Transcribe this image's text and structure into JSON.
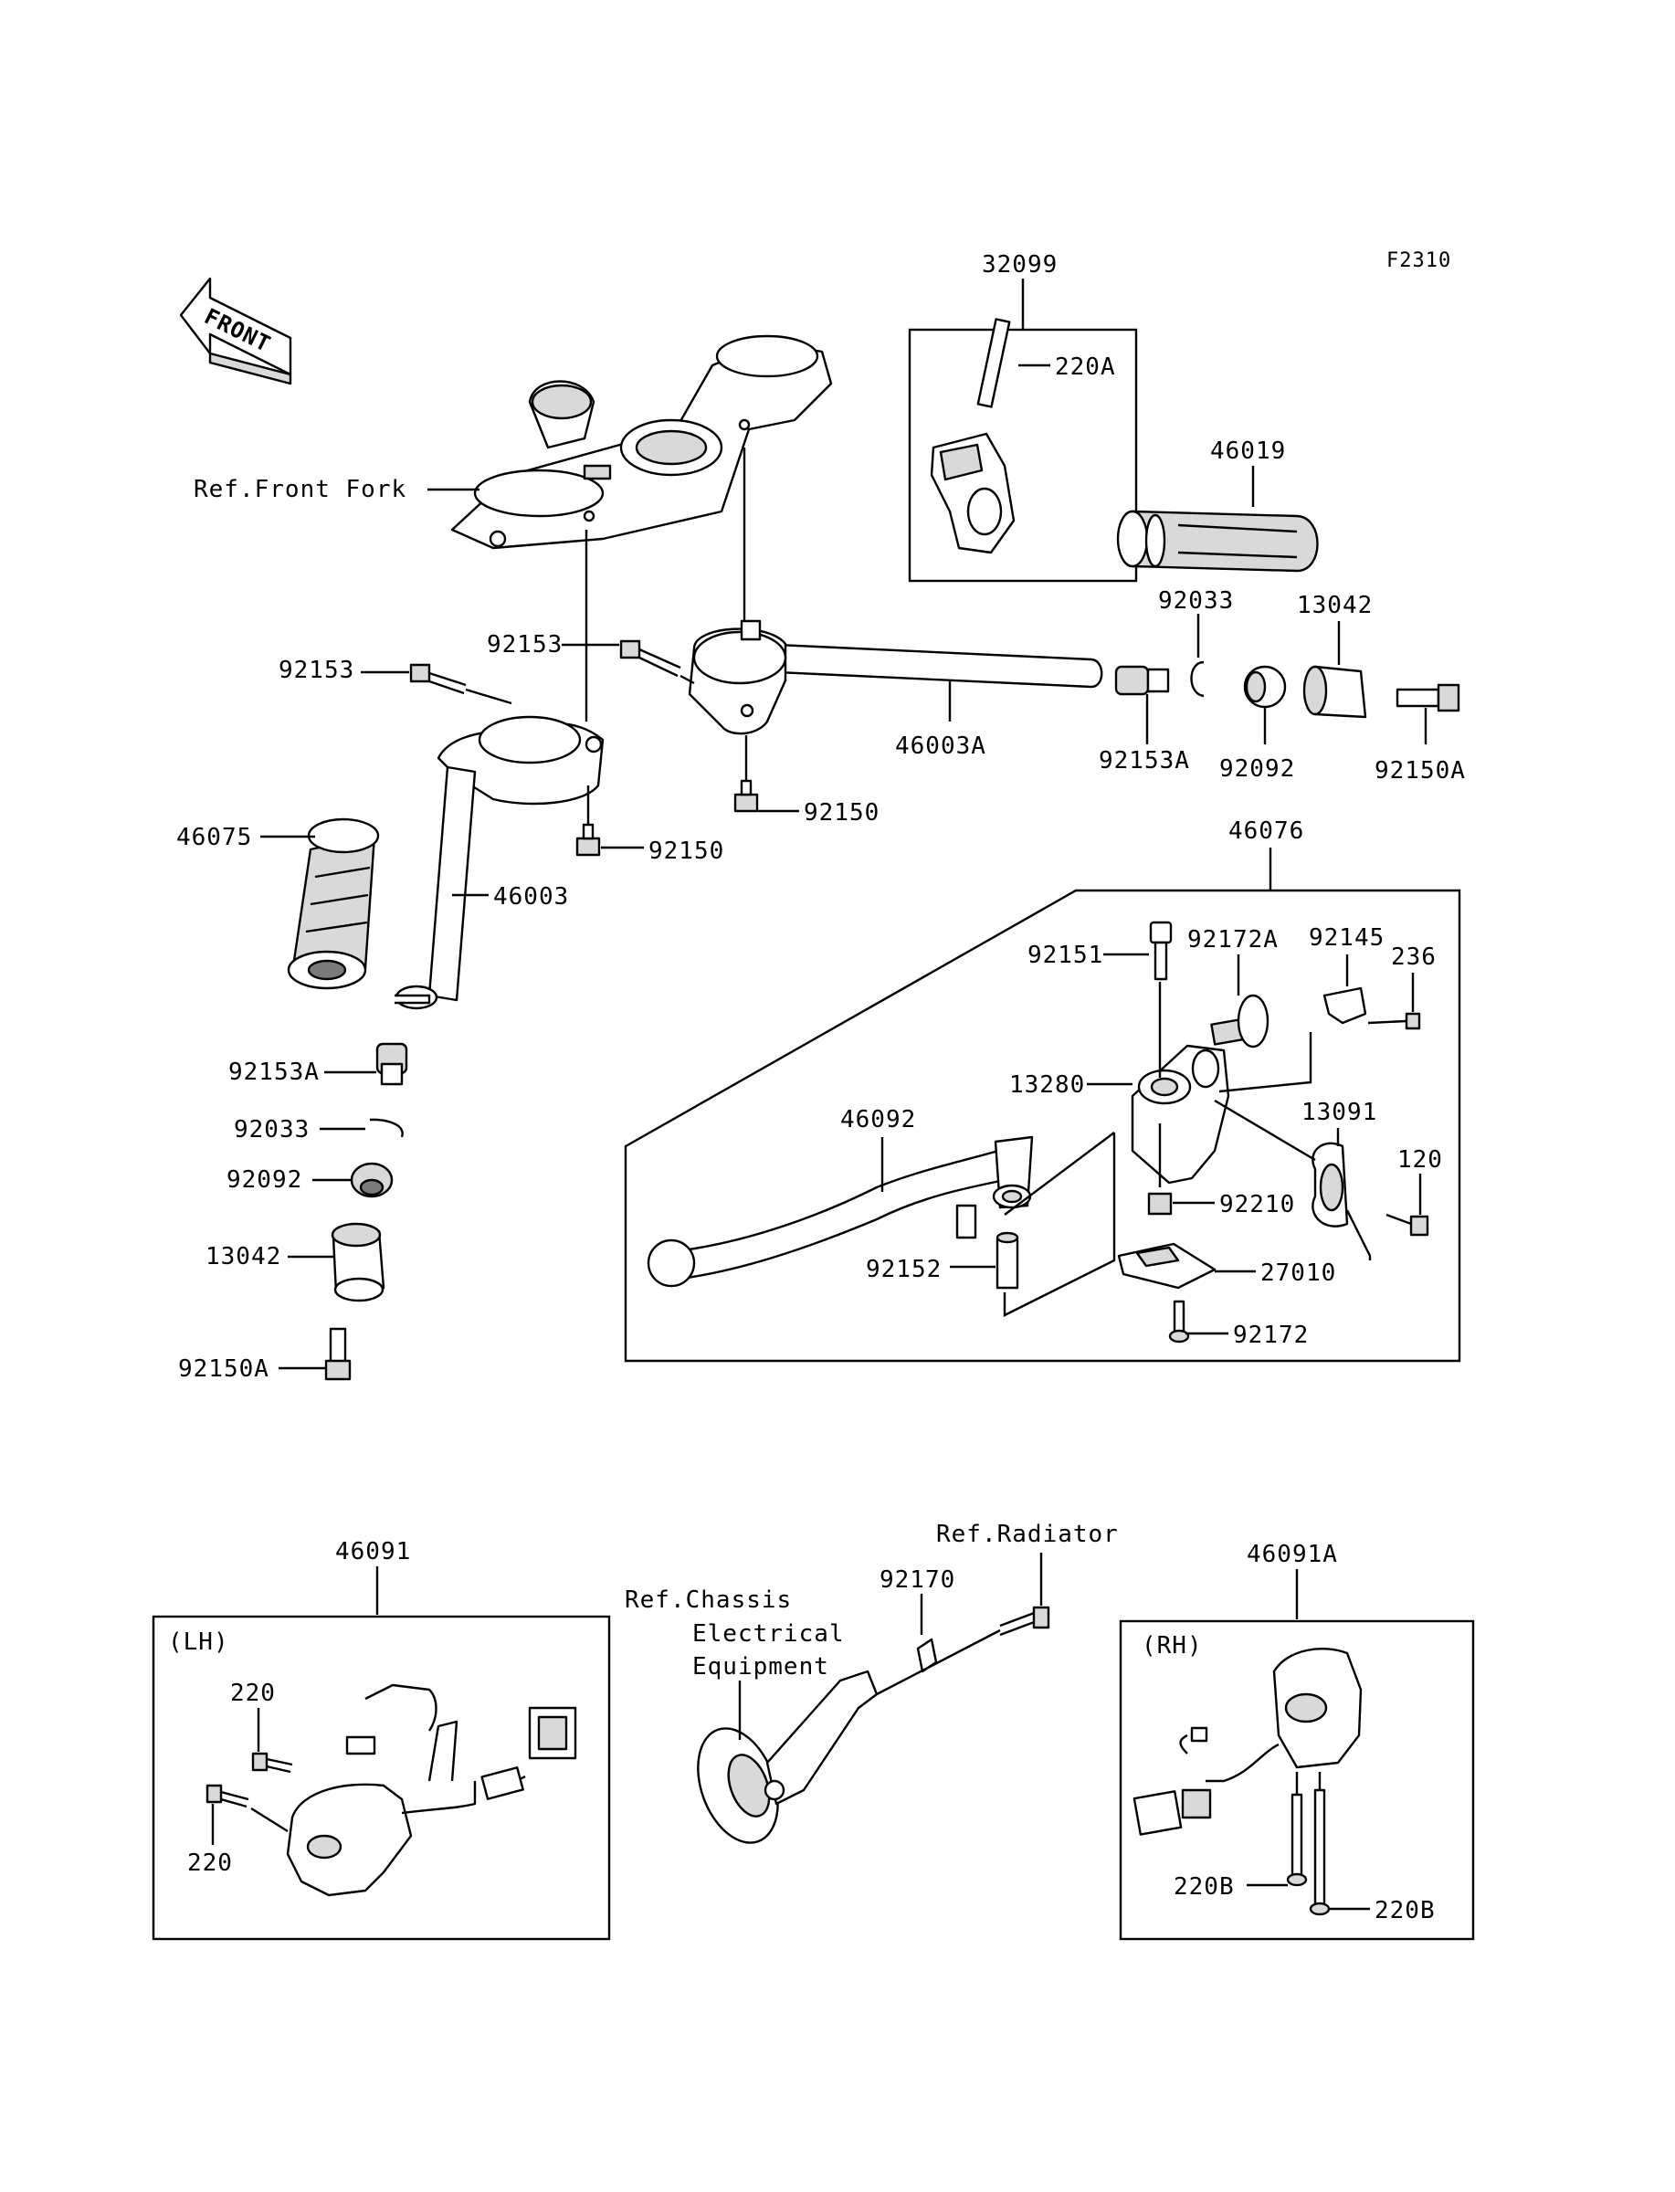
{
  "figure_code": "F2310",
  "front_label": "FRONT",
  "refs": {
    "front_fork": "Ref.Front Fork",
    "radiator": "Ref.Radiator",
    "chassis_line1": "Ref.Chassis",
    "chassis_line2": "Electrical",
    "chassis_line3": "Equipment"
  },
  "boxes": {
    "throttle_case": "32099",
    "lever_assy": "46076",
    "lh_switch": "46091",
    "lh_side": "(LH)",
    "rh_switch": "46091A",
    "rh_side": "(RH)"
  },
  "labels": {
    "p220A": "220A",
    "p46019": "46019",
    "p92033_r": "92033",
    "p13042_r": "13042",
    "p92153_mid": "92153",
    "p92153_left": "92153",
    "p46003A": "46003A",
    "p92153A_r": "92153A",
    "p92092_r": "92092",
    "p92150A_r": "92150A",
    "p92150_r": "92150",
    "p92150_l": "92150",
    "p46075": "46075",
    "p46003": "46003",
    "p92151": "92151",
    "p92172A": "92172A",
    "p92145": "92145",
    "p236": "236",
    "p13280": "13280",
    "p46092": "46092",
    "p13091": "13091",
    "p120": "120",
    "p92210": "92210",
    "p92152": "92152",
    "p27010": "27010",
    "p92172": "92172",
    "p92153A_l": "92153A",
    "p92033_l": "92033",
    "p92092_l": "92092",
    "p13042_l": "13042",
    "p92150A_l": "92150A",
    "p220_a": "220",
    "p220_b": "220",
    "p92170": "92170",
    "p220B_a": "220B",
    "p220B_b": "220B"
  }
}
